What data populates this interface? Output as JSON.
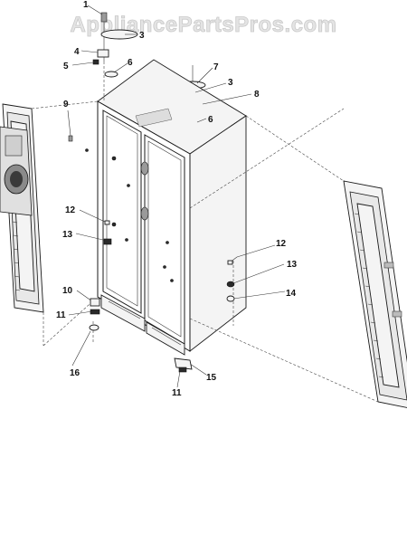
{
  "watermark": "AppliancePartsPros.com",
  "callouts": [
    {
      "id": "c1",
      "text": "1"
    },
    {
      "id": "c3a",
      "text": "3"
    },
    {
      "id": "c4",
      "text": "4"
    },
    {
      "id": "c5",
      "text": "5"
    },
    {
      "id": "c6a",
      "text": "6"
    },
    {
      "id": "c7",
      "text": "7"
    },
    {
      "id": "c3b",
      "text": "3"
    },
    {
      "id": "c8",
      "text": "8"
    },
    {
      "id": "c9",
      "text": "9"
    },
    {
      "id": "c6b",
      "text": "6"
    },
    {
      "id": "c12a",
      "text": "12"
    },
    {
      "id": "c13a",
      "text": "13"
    },
    {
      "id": "c12b",
      "text": "12"
    },
    {
      "id": "c13b",
      "text": "13"
    },
    {
      "id": "c14",
      "text": "14"
    },
    {
      "id": "c10",
      "text": "10"
    },
    {
      "id": "c11a",
      "text": "11"
    },
    {
      "id": "c16",
      "text": "16"
    },
    {
      "id": "c15",
      "text": "15"
    },
    {
      "id": "c11b",
      "text": "11"
    }
  ]
}
